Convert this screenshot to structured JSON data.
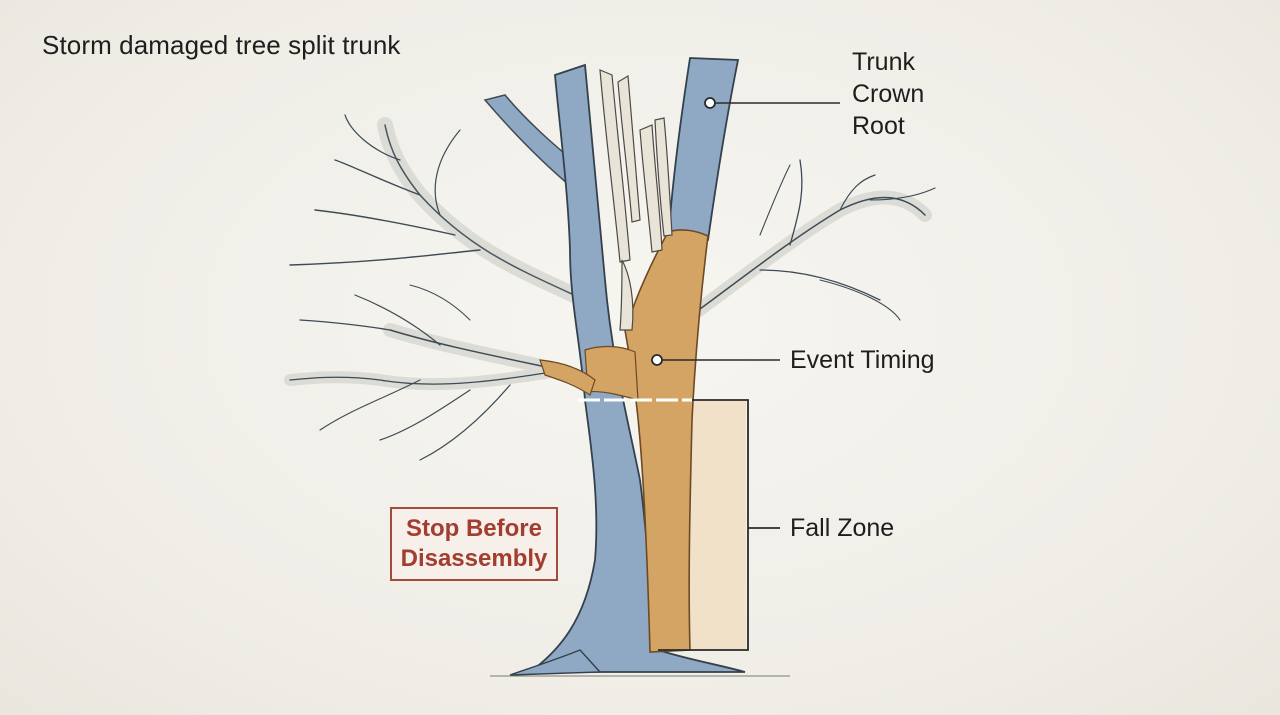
{
  "diagram": {
    "title": "Storm damaged tree split trunk",
    "labels_top": [
      "Trunk",
      "Crown",
      "Root"
    ],
    "label_event": "Event Timing",
    "label_fall": "Fall Zone",
    "warning": {
      "line1": "Stop Before",
      "line2": "Disassembly"
    },
    "colors": {
      "healthy_wood": "#8fa9c4",
      "split_wood": "#d4a464",
      "fall_zone": "#f1dfc4",
      "warning": "#a23e30",
      "branches": "#d9d9d4"
    }
  }
}
